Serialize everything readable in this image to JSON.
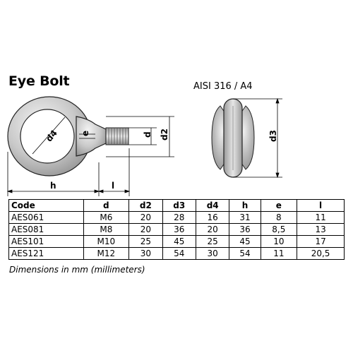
{
  "header": {
    "title": "Eye Bolt",
    "material": "AISI 316 / A4"
  },
  "drawing": {
    "labels": {
      "d4": "d4",
      "e": "e",
      "d": "d",
      "d2": "d2",
      "d3": "d3",
      "h": "h",
      "l": "l"
    }
  },
  "table": {
    "headers": [
      "Code",
      "d",
      "d2",
      "d3",
      "d4",
      "h",
      "e",
      "l"
    ],
    "rows": [
      [
        "AES061",
        "M6",
        "20",
        "28",
        "16",
        "31",
        "8",
        "11"
      ],
      [
        "AES081",
        "M8",
        "20",
        "36",
        "20",
        "36",
        "8,5",
        "13"
      ],
      [
        "AES101",
        "M10",
        "25",
        "45",
        "25",
        "45",
        "10",
        "17"
      ],
      [
        "AES121",
        "M12",
        "30",
        "54",
        "30",
        "54",
        "11",
        "20,5"
      ]
    ]
  },
  "footer": {
    "note": "Dimensions in mm (millimeters)"
  }
}
